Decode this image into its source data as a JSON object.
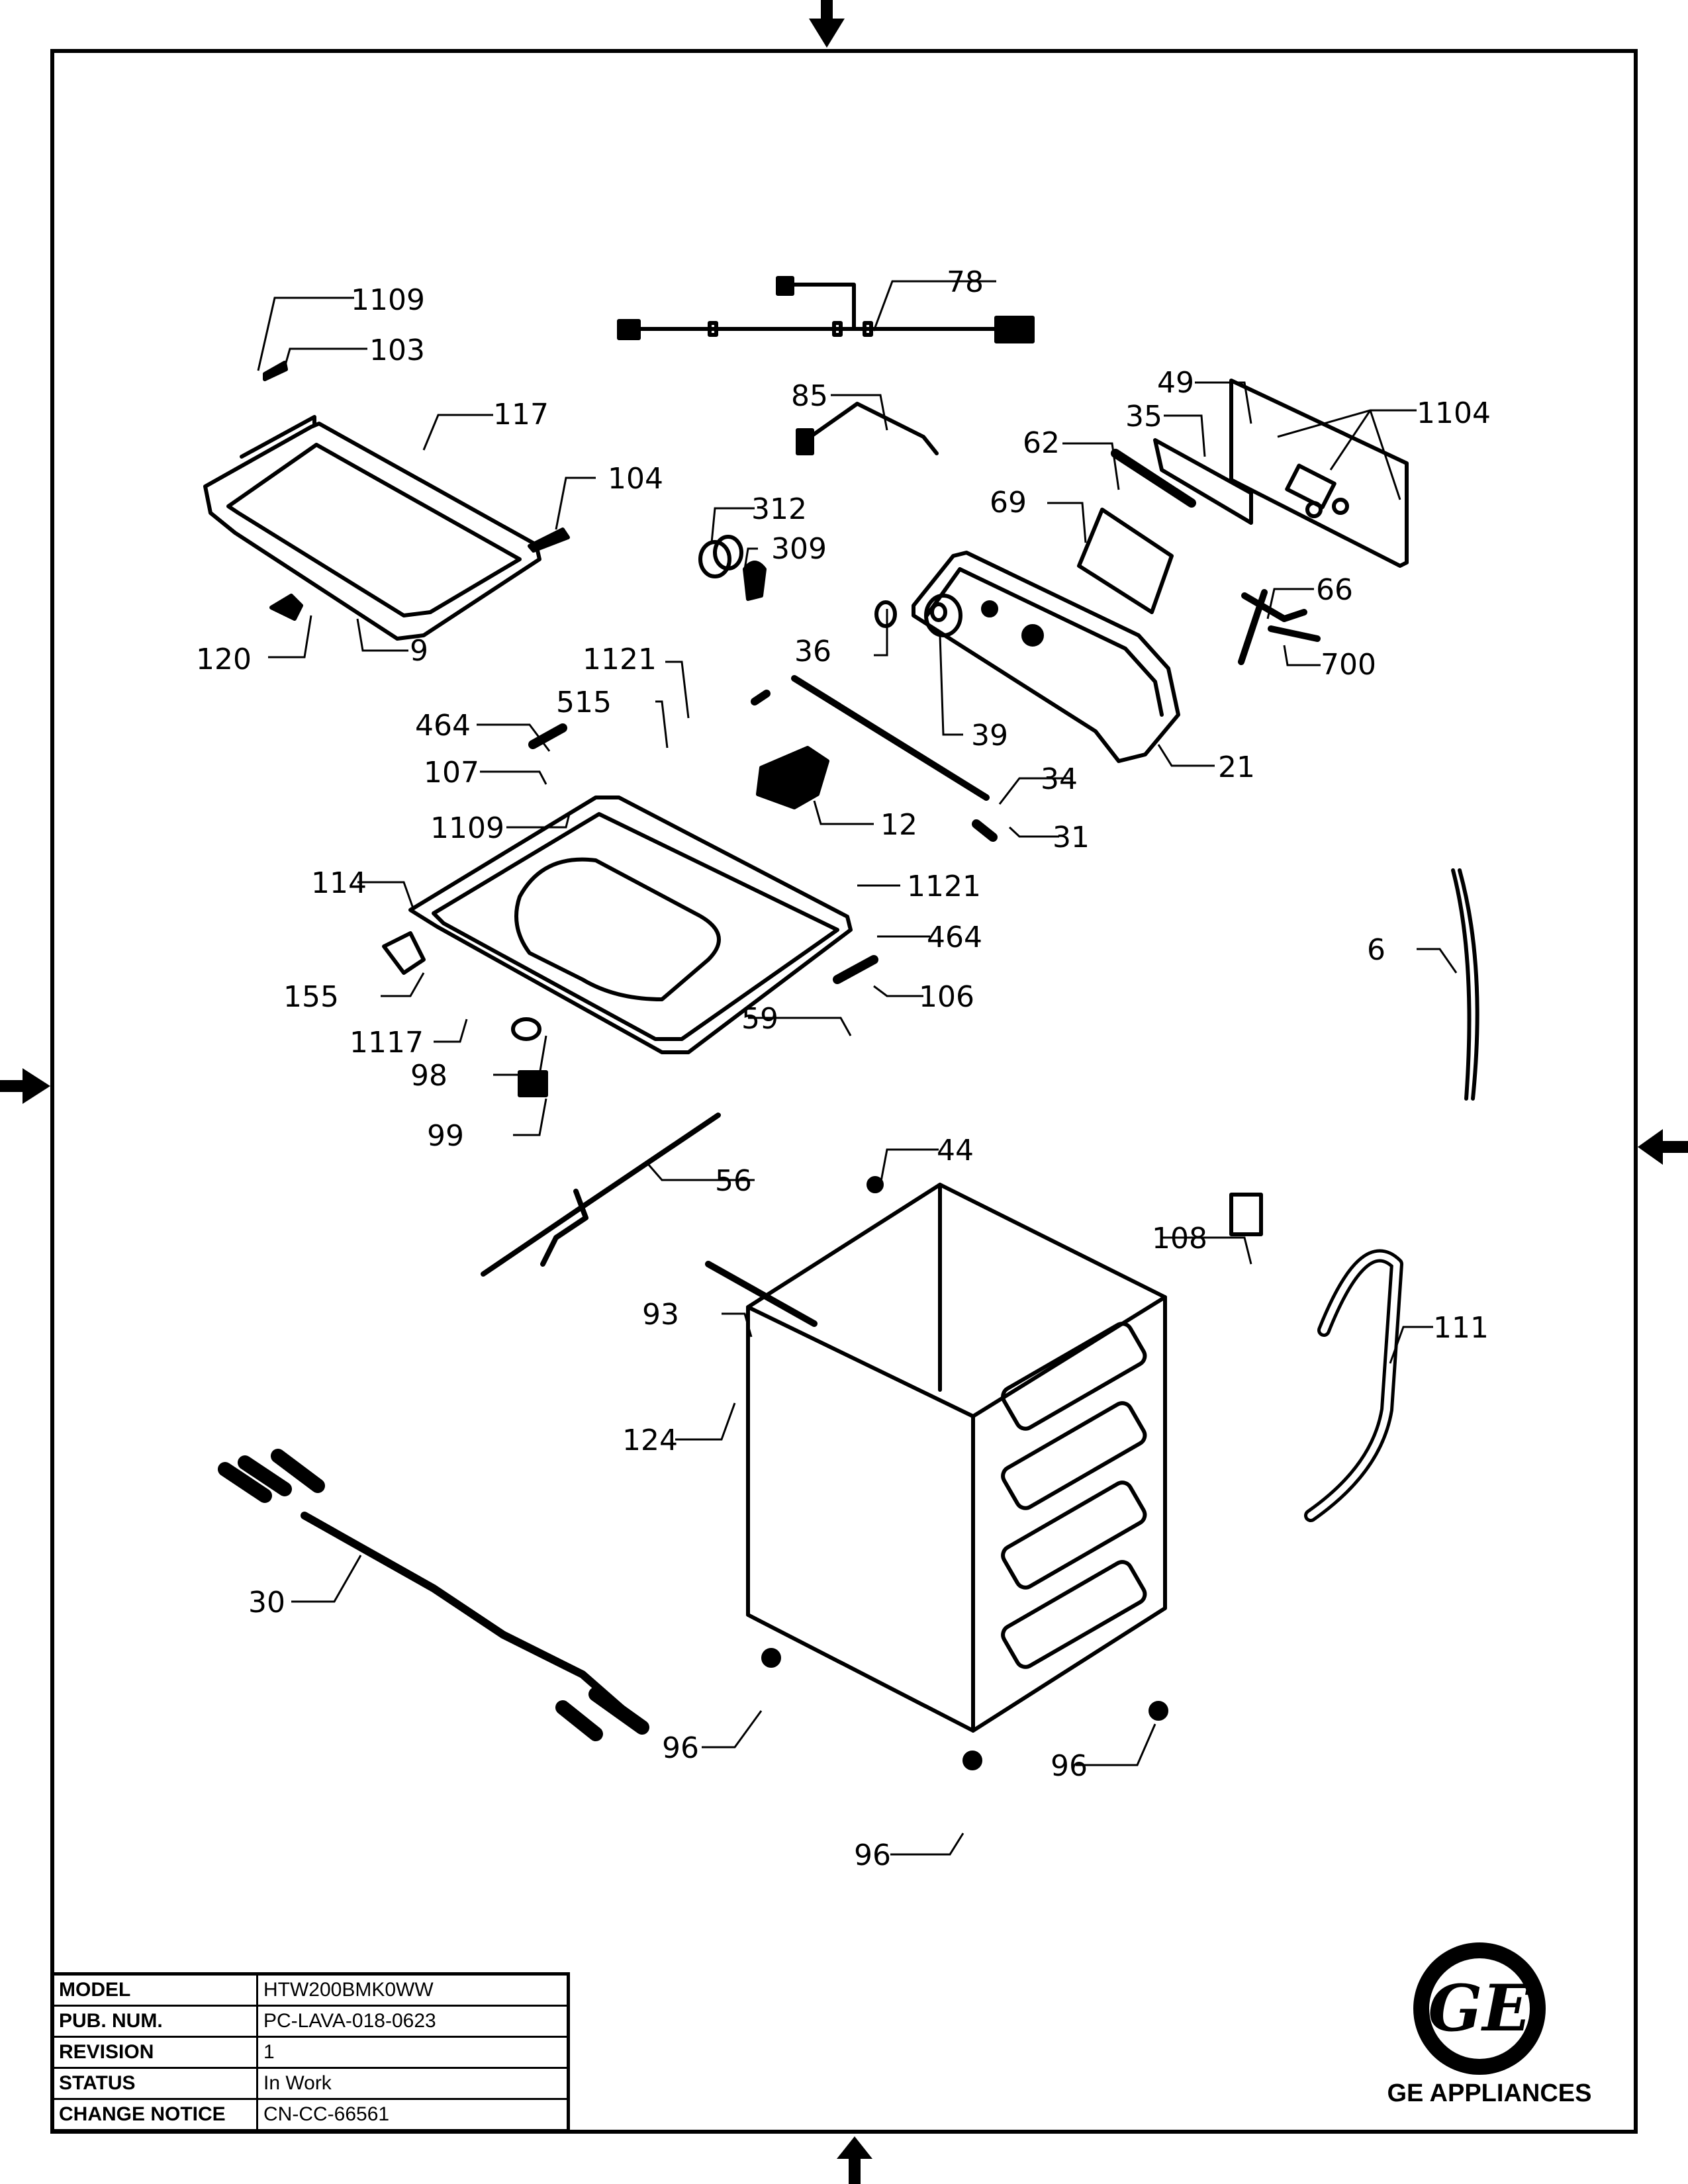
{
  "document": {
    "type": "exploded-parts-diagram",
    "brand": "GE APPLIANCES",
    "logo": "ge-monogram-logo"
  },
  "title_block": {
    "rows": [
      {
        "label": "MODEL",
        "value": "HTW200BMK0WW"
      },
      {
        "label": "PUB. NUM.",
        "value": "PC-LAVA-018-0623"
      },
      {
        "label": "REVISION",
        "value": "1"
      },
      {
        "label": "STATUS",
        "value": "In Work"
      },
      {
        "label": "CHANGE NOTICE",
        "value": "CN-CC-66561"
      }
    ]
  },
  "callouts": [
    {
      "id": "c1109a",
      "text": "1109"
    },
    {
      "id": "c103",
      "text": "103"
    },
    {
      "id": "c117",
      "text": "117"
    },
    {
      "id": "c104",
      "text": "104"
    },
    {
      "id": "c120",
      "text": "120"
    },
    {
      "id": "c9",
      "text": "9"
    },
    {
      "id": "c78",
      "text": "78"
    },
    {
      "id": "c85",
      "text": "85"
    },
    {
      "id": "c312",
      "text": "312"
    },
    {
      "id": "c309",
      "text": "309"
    },
    {
      "id": "c49",
      "text": "49"
    },
    {
      "id": "c35",
      "text": "35"
    },
    {
      "id": "c1104",
      "text": "1104"
    },
    {
      "id": "c62",
      "text": "62"
    },
    {
      "id": "c69",
      "text": "69"
    },
    {
      "id": "c66",
      "text": "66"
    },
    {
      "id": "c700",
      "text": "700"
    },
    {
      "id": "c36",
      "text": "36"
    },
    {
      "id": "c39",
      "text": "39"
    },
    {
      "id": "c21",
      "text": "21"
    },
    {
      "id": "c1121a",
      "text": "1121"
    },
    {
      "id": "c515",
      "text": "515"
    },
    {
      "id": "c464a",
      "text": "464"
    },
    {
      "id": "c107",
      "text": "107"
    },
    {
      "id": "c1109b",
      "text": "1109"
    },
    {
      "id": "c34",
      "text": "34"
    },
    {
      "id": "c12",
      "text": "12"
    },
    {
      "id": "c31",
      "text": "31"
    },
    {
      "id": "c114",
      "text": "114"
    },
    {
      "id": "c1121b",
      "text": "1121"
    },
    {
      "id": "c464b",
      "text": "464"
    },
    {
      "id": "c155",
      "text": "155"
    },
    {
      "id": "c106",
      "text": "106"
    },
    {
      "id": "c1117",
      "text": "1117"
    },
    {
      "id": "c59",
      "text": "59"
    },
    {
      "id": "c98",
      "text": "98"
    },
    {
      "id": "c6",
      "text": "6"
    },
    {
      "id": "c99",
      "text": "99"
    },
    {
      "id": "c44",
      "text": "44"
    },
    {
      "id": "c56",
      "text": "56"
    },
    {
      "id": "c108",
      "text": "108"
    },
    {
      "id": "c93",
      "text": "93"
    },
    {
      "id": "c111",
      "text": "111"
    },
    {
      "id": "c124",
      "text": "124"
    },
    {
      "id": "c30",
      "text": "30"
    },
    {
      "id": "c96a",
      "text": "96"
    },
    {
      "id": "c96b",
      "text": "96"
    },
    {
      "id": "c96c",
      "text": "96"
    }
  ]
}
